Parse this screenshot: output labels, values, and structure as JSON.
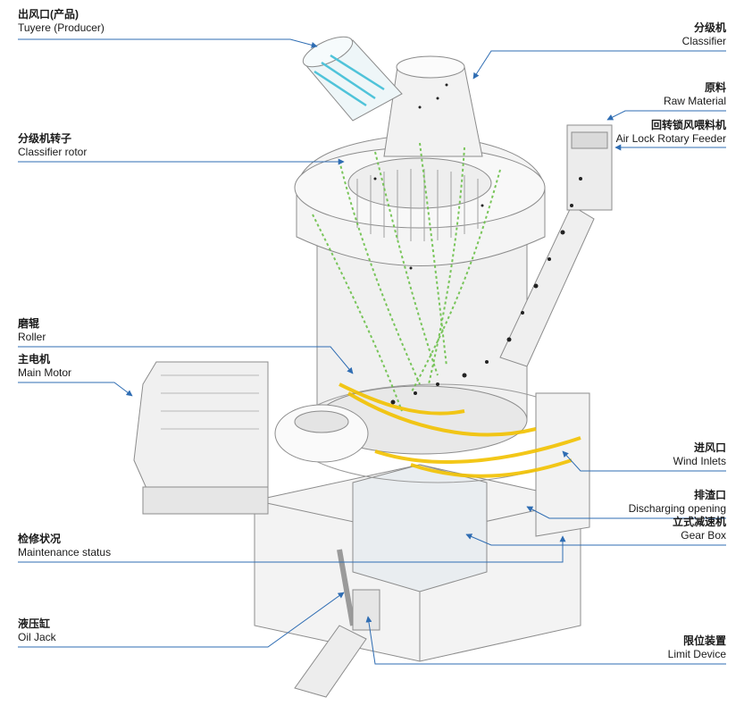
{
  "colors": {
    "leader": "#2f6db3",
    "green_flow": "#6cc04a",
    "yellow_flow": "#f2c200",
    "cyan_flow": "#4fc3d9",
    "particles": "#222222",
    "machine_line": "#8c8c8c"
  },
  "labels": {
    "tuyere": {
      "zh": "出风口(产品)",
      "en": "Tuyere (Producer)"
    },
    "rotor": {
      "zh": "分级机转子",
      "en": "Classifier rotor"
    },
    "roller": {
      "zh": "磨辊",
      "en": "Roller"
    },
    "motor": {
      "zh": "主电机",
      "en": "Main Motor"
    },
    "maintenance": {
      "zh": "检修状况",
      "en": "Maintenance status"
    },
    "oiljack": {
      "zh": "液压缸",
      "en": "Oil Jack"
    },
    "classifier": {
      "zh": "分级机",
      "en": "Classifier"
    },
    "raw": {
      "zh": "原料",
      "en": "Raw Material"
    },
    "feeder": {
      "zh": "回转锁风喂料机",
      "en": "Air Lock Rotary Feeder"
    },
    "wind": {
      "zh": "进风口",
      "en": "Wind Inlets"
    },
    "discharge": {
      "zh": "排渣口",
      "en": "Discharging opening"
    },
    "gearbox": {
      "zh": "立式减速机",
      "en": "Gear Box"
    },
    "limit": {
      "zh": "限位装置",
      "en": "Limit Device"
    }
  }
}
